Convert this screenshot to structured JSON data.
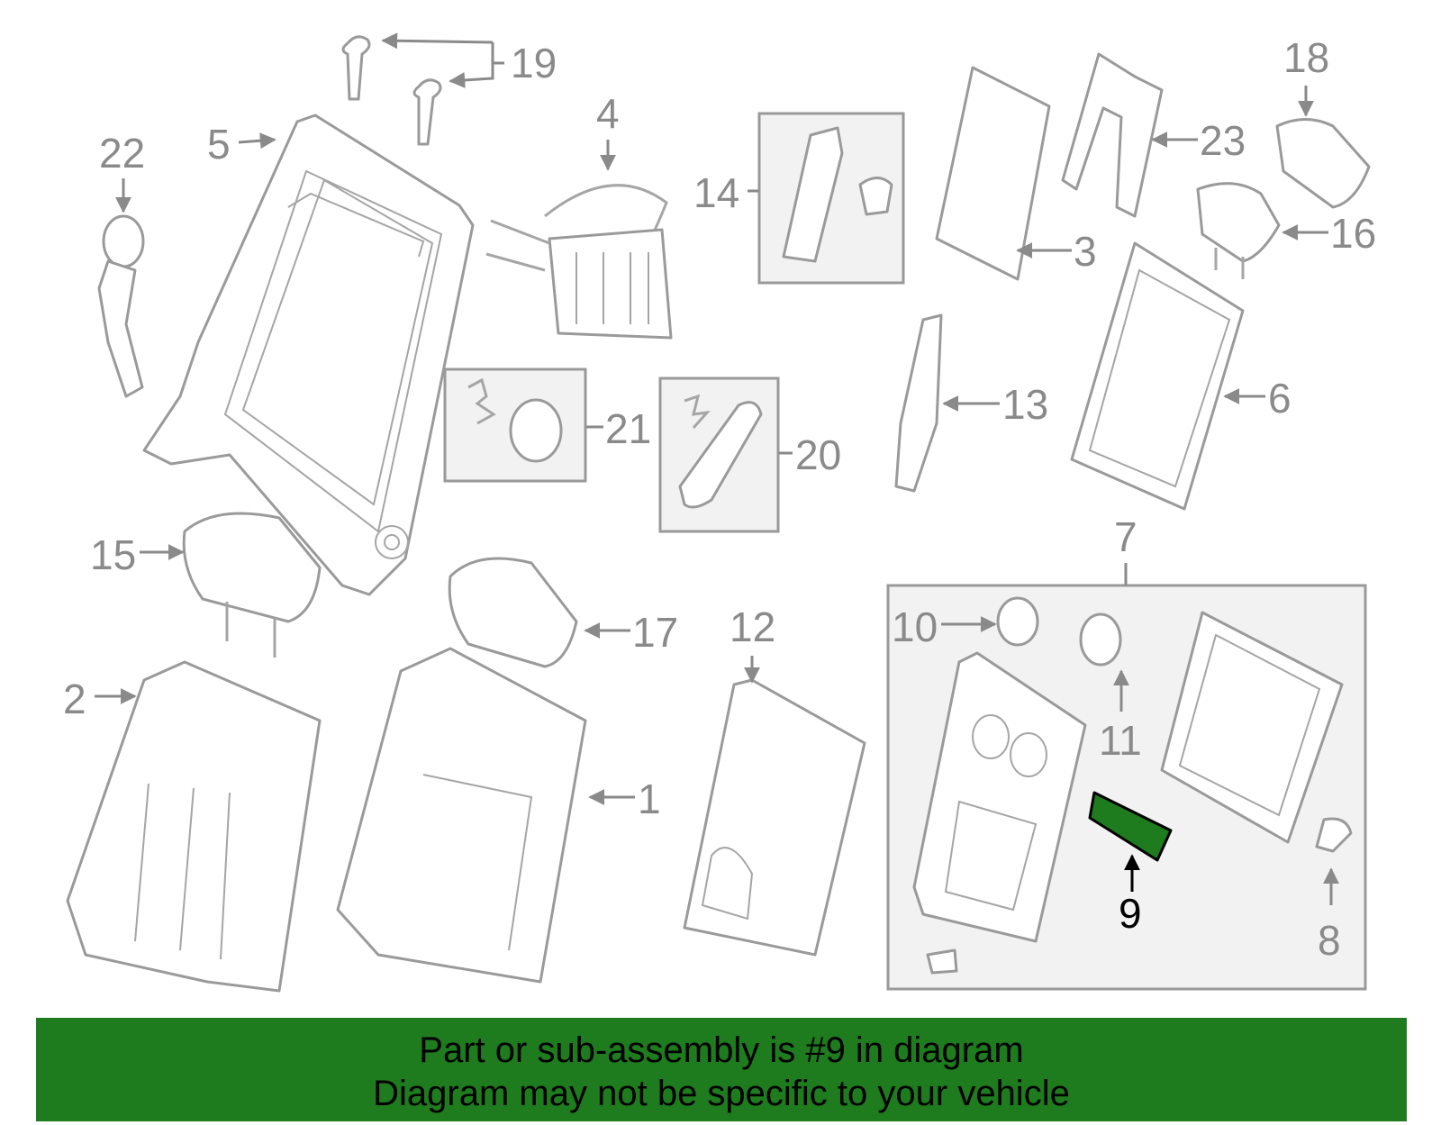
{
  "diagram": {
    "highlight_part": "9",
    "highlight_color": "#1e7b1e",
    "callouts": [
      "1",
      "2",
      "3",
      "4",
      "5",
      "6",
      "7",
      "8",
      "9",
      "10",
      "11",
      "12",
      "13",
      "14",
      "15",
      "16",
      "17",
      "18",
      "19",
      "20",
      "21",
      "22",
      "23"
    ]
  },
  "banner": {
    "line1": "Part or sub-assembly is #9 in diagram",
    "line2": "Diagram may not be specific to your vehicle",
    "background": "#1e7b1e"
  }
}
